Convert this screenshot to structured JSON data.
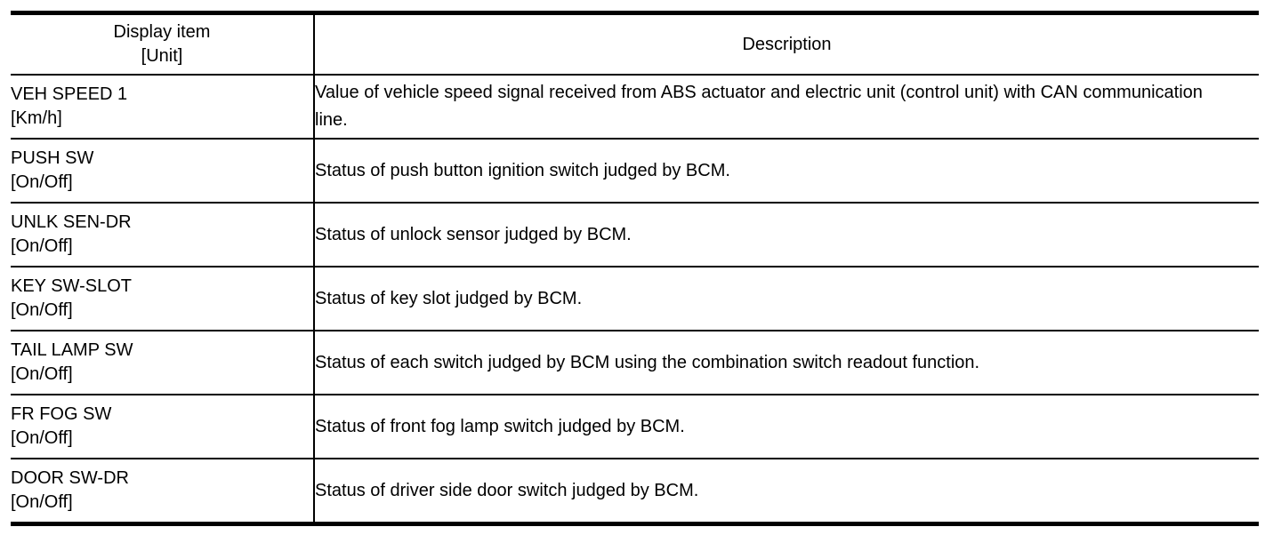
{
  "table": {
    "header": {
      "col1_line1": "Display item",
      "col1_line2": "[Unit]",
      "col2": "Description"
    },
    "rows": [
      {
        "item": "VEH SPEED 1",
        "unit": "[Km/h]",
        "description": "Value of vehicle speed signal received from ABS actuator and electric unit (control unit) with CAN communication line."
      },
      {
        "item": "PUSH SW",
        "unit": "[On/Off]",
        "description": "Status of push button ignition switch judged by BCM."
      },
      {
        "item": "UNLK SEN-DR",
        "unit": "[On/Off]",
        "description": "Status of unlock sensor judged by BCM."
      },
      {
        "item": "KEY SW-SLOT",
        "unit": "[On/Off]",
        "description": "Status of key slot judged by BCM."
      },
      {
        "item": "TAIL LAMP SW",
        "unit": "[On/Off]",
        "description": "Status of each switch judged by BCM using the combination switch readout function."
      },
      {
        "item": "FR FOG SW",
        "unit": "[On/Off]",
        "description": "Status of front fog lamp switch judged by BCM."
      },
      {
        "item": "DOOR SW-DR",
        "unit": "[On/Off]",
        "description": "Status of driver side door switch judged by BCM."
      }
    ],
    "colors": {
      "border": "#000000",
      "text": "#000000",
      "background": "#ffffff"
    }
  }
}
